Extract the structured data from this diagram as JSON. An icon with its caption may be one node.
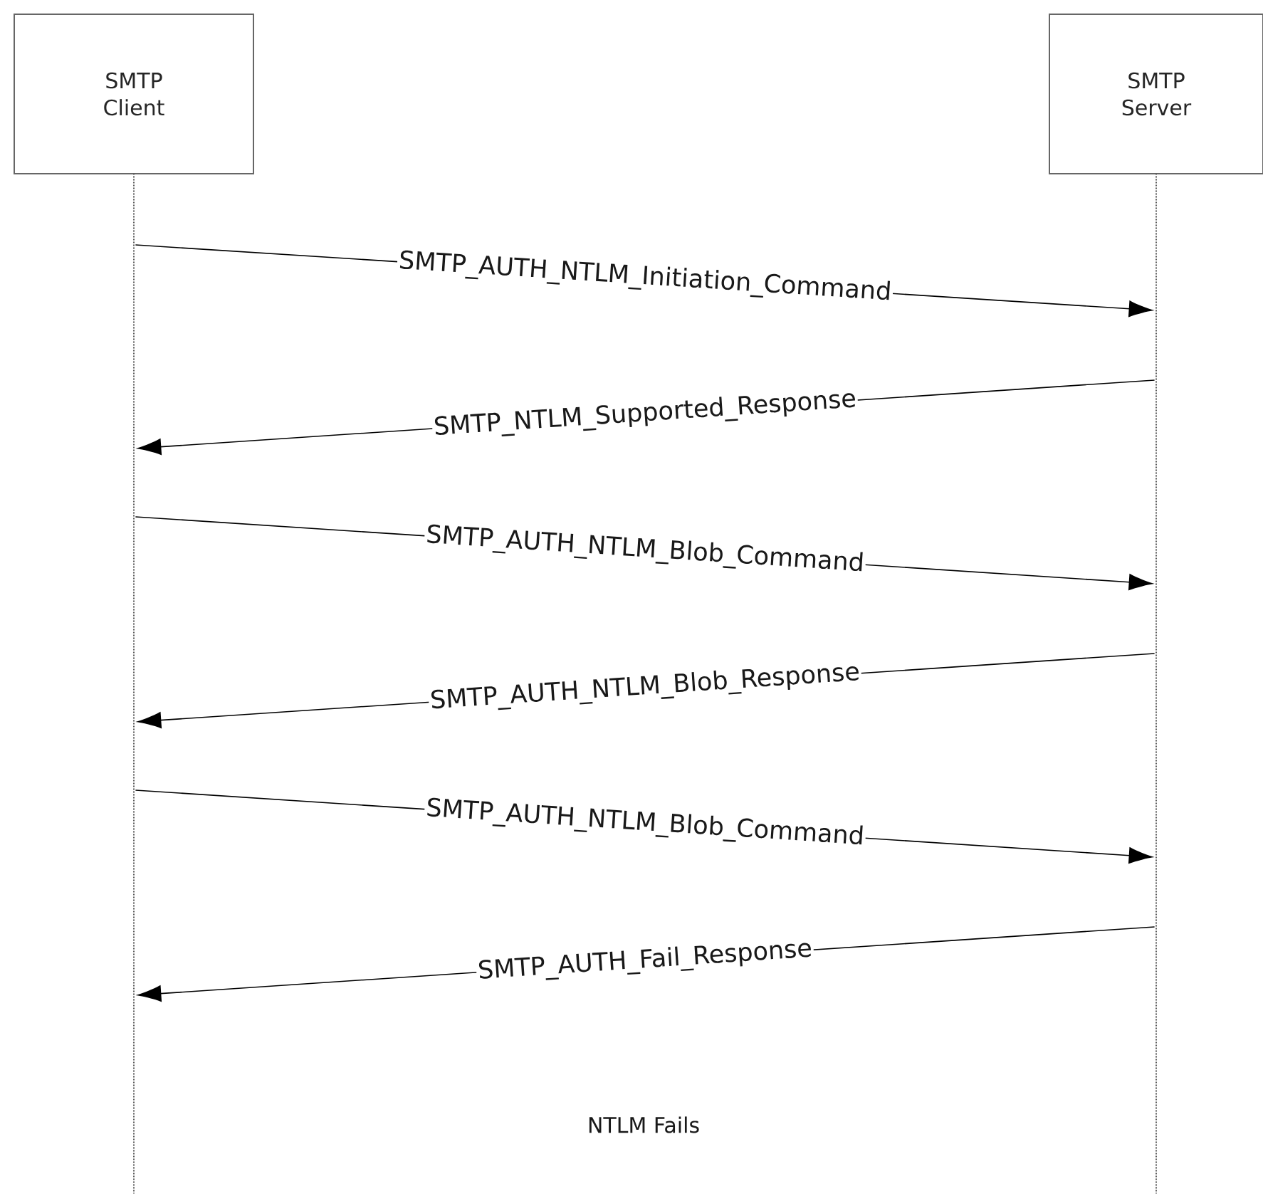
{
  "diagram": {
    "nodes": [
      {
        "text": [
          "SMTP Client"
        ]
      },
      {
        "text": [
          "SMTP Server"
        ]
      },
      {
        "text": [],
        "shape": "line"
      },
      {
        "text": [],
        "shape": "line"
      }
    ],
    "edges": [
      {
        "from": 2,
        "to": 3,
        "arrow": "to",
        "label": "SMTP_AUTH_NTLM_Initiation_Command"
      },
      {
        "from": 3,
        "to": 2,
        "arrow": "to",
        "label": "SMTP_NTLM_Supported_Response"
      },
      {
        "from": 2,
        "to": 3,
        "arrow": "to",
        "label": "SMTP_AUTH_NTLM_Blob_Command"
      },
      {
        "from": 3,
        "to": 2,
        "arrow": "to",
        "label": "SMTP_AUTH_NTLM_Blob_Response"
      },
      {
        "from": 2,
        "to": 3,
        "arrow": "to",
        "label": "SMTP_AUTH_NTLM_Blob_Command"
      },
      {
        "from": 3,
        "to": 2,
        "arrow": "to",
        "label": "SMTP_AUTH_Fail_Response"
      }
    ],
    "labels": [
      "NTLM Fails"
    ]
  }
}
